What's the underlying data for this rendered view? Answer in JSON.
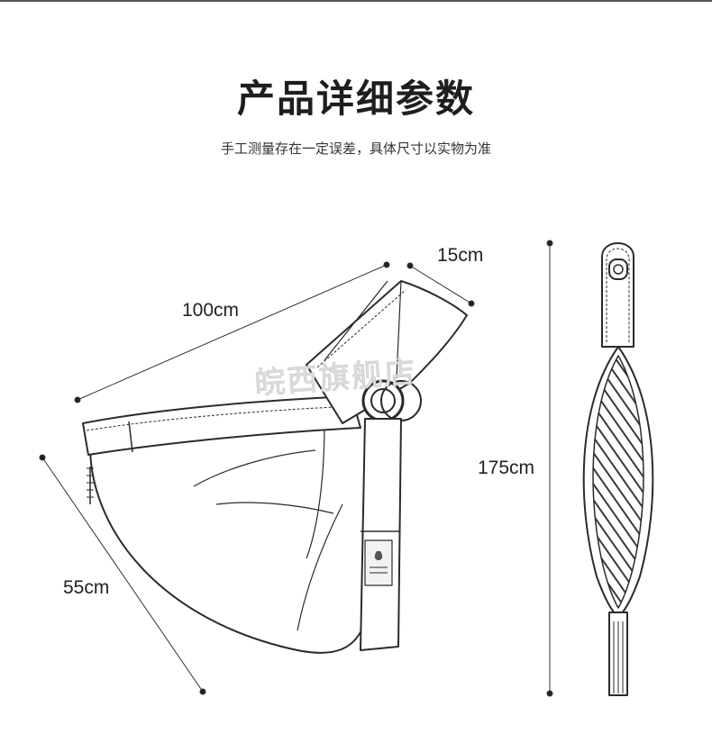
{
  "header": {
    "title": "产品详细参数",
    "subtitle": "手工测量存在一定误差，具体尺寸以实物为准"
  },
  "dimensions": {
    "length": "100cm",
    "strap_width": "15cm",
    "height": "55cm",
    "total_length": "175cm"
  },
  "watermark": "皖西旗舰店",
  "colors": {
    "line": "#2b2b2b",
    "text": "#222222",
    "stripe": "#3a3a3a"
  }
}
